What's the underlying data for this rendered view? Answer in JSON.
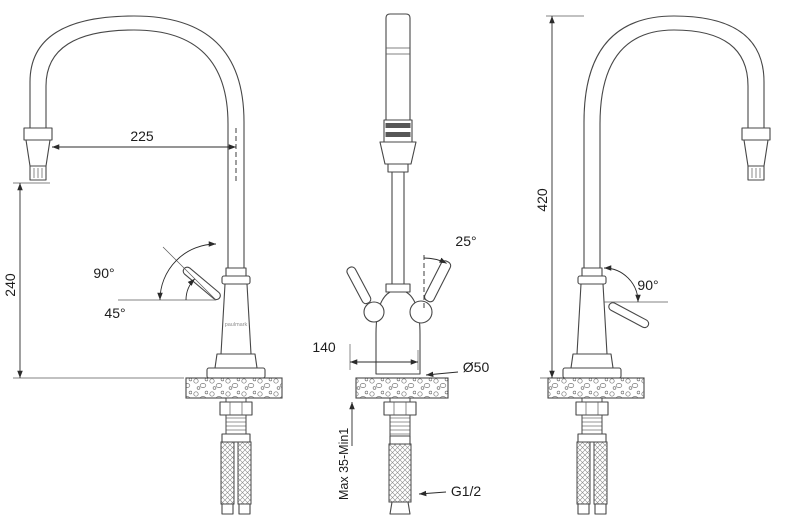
{
  "diagram": {
    "type": "technical-drawing",
    "subject": "kitchen faucet three-view dimensional drawing",
    "brand": "paulmark",
    "colors": {
      "line": "#474747",
      "dimension": "#2b2b2b",
      "background": "#ffffff"
    },
    "views": {
      "left_side": {
        "dim_spout_reach": "225",
        "dim_spout_height": "240",
        "angle_swivel": "90°",
        "angle_handle": "45°"
      },
      "front": {
        "angle_handle": "25°",
        "dim_base_depth": "140",
        "dim_base_diameter": "Ø50",
        "dim_mount_thickness": "Max 35-Min1",
        "thread_size": "G1/2"
      },
      "right_side": {
        "dim_total_height": "420",
        "angle_swivel": "90°"
      }
    }
  }
}
